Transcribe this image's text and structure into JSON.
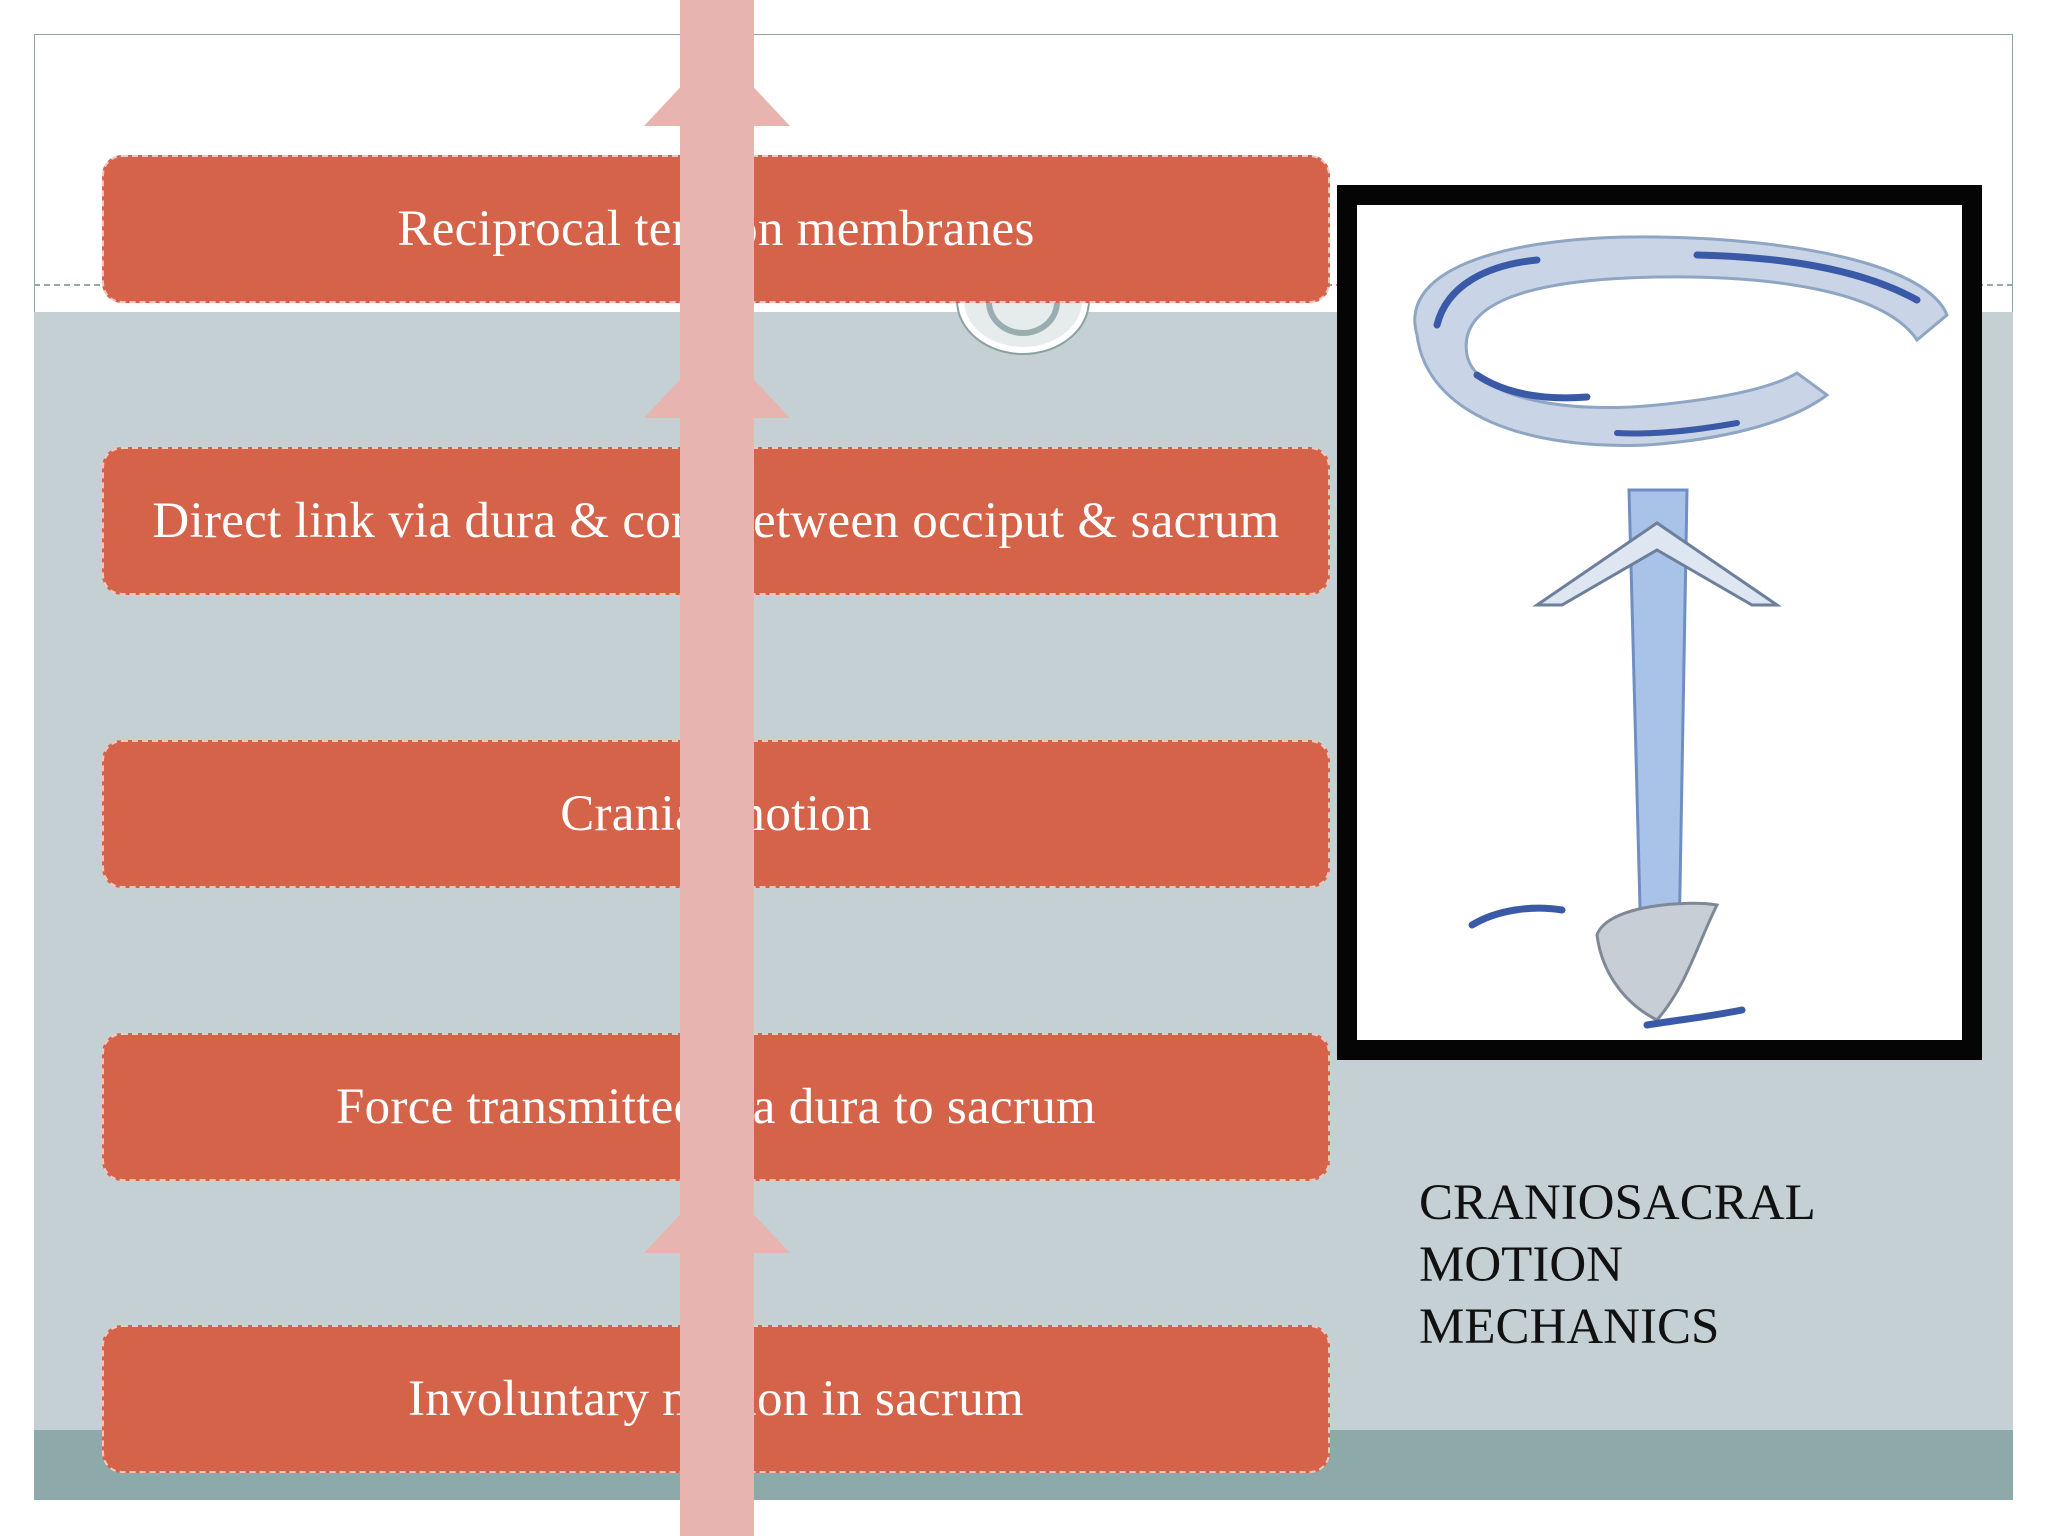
{
  "steps": [
    "Reciprocal tension membranes",
    "Direct link via dura & cord between occiput & sacrum",
    "Cranial motion",
    "Force transmitted via dura to sacrum",
    "Involuntary motion in sacrum"
  ],
  "caption": {
    "line1": "CRANIOSACRAL",
    "line2": "MOTION",
    "line3": "MECHANICS"
  },
  "colors": {
    "step_fill": "#d4634a",
    "arrow": "#e8b4b0",
    "background_band": "#c4d0d3",
    "footer_band": "#8da9a9"
  },
  "figure": {
    "icon": "craniosacral-motion-illustration"
  }
}
